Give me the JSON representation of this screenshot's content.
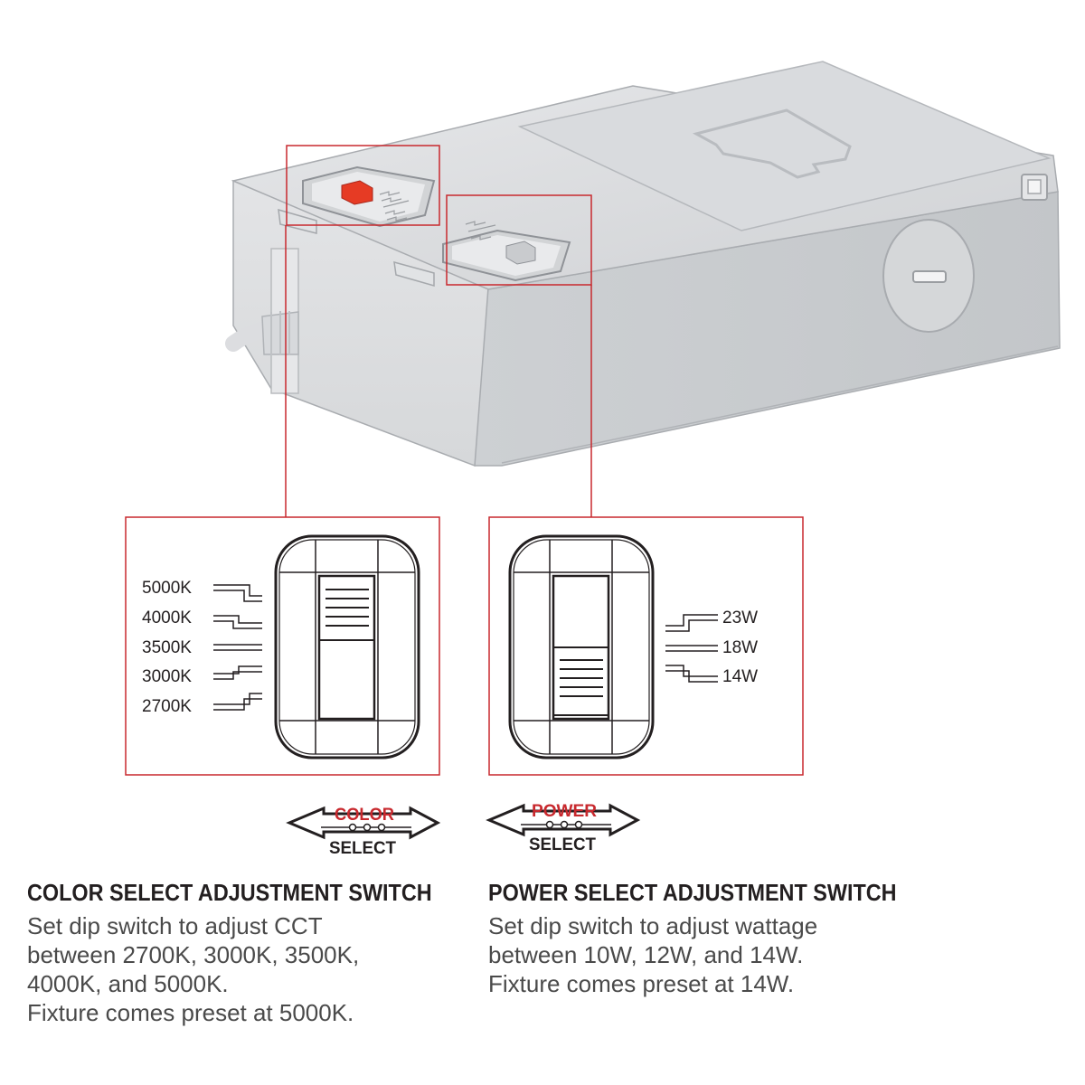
{
  "colors": {
    "accent": "#c8292e",
    "housing": "#cfd1d3",
    "text": "#231f20"
  },
  "color_switch": {
    "positions": [
      "5000K",
      "4000K",
      "3500K",
      "3000K",
      "2700K"
    ],
    "badge_top": "COLOR",
    "badge_bottom": "SELECT",
    "heading": "COLOR SELECT ADJUSTMENT SWITCH",
    "lines": [
      "Set dip switch to adjust CCT",
      "between 2700K, 3000K, 3500K,",
      "4000K, and 5000K.",
      "Fixture comes preset at 5000K."
    ]
  },
  "power_switch": {
    "positions": [
      "23W",
      "18W",
      "14W"
    ],
    "badge_top": "POWER",
    "badge_bottom": "SELECT",
    "heading": "POWER SELECT ADJUSTMENT SWITCH",
    "lines": [
      "Set dip switch to adjust wattage",
      "between 10W, 12W, and 14W.",
      "Fixture comes preset at 14W."
    ]
  }
}
